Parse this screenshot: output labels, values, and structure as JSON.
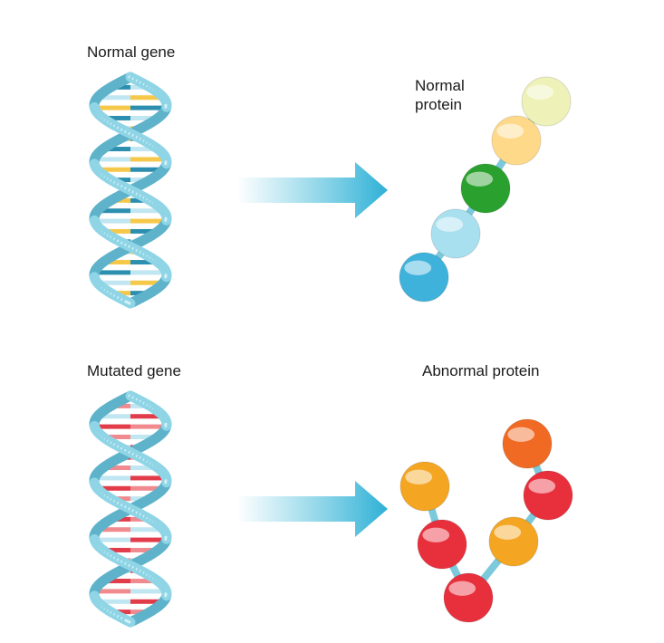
{
  "labels": {
    "normal_gene": "Normal gene",
    "normal_protein_line1": "Normal",
    "normal_protein_line2": "protein",
    "mutated_gene": "Mutated gene",
    "abnormal_protein": "Abnormal protein"
  },
  "colors": {
    "strand": "#8fd3e3",
    "strand_dark": "#4fb0c9",
    "arrow": "#39b7d8",
    "pair_normal": [
      "#f6c84a",
      "#2c8fb0",
      "#bfe6f1"
    ],
    "pair_mutated": [
      "#e23b4a",
      "#f08a8f",
      "#bfe6f1"
    ],
    "normal_beads": [
      "#3fb2dc",
      "#a9e0f0",
      "#2aa12e",
      "#ffd98a",
      "#eef2b8"
    ],
    "abnormal_beads": [
      "#f4a623",
      "#e8303d",
      "#e8303d",
      "#f4a623",
      "#e8303d",
      "#f06a24"
    ]
  },
  "icons": [
    "dna-helix-normal",
    "dna-helix-mutated",
    "arrow-right",
    "protein-chain"
  ]
}
